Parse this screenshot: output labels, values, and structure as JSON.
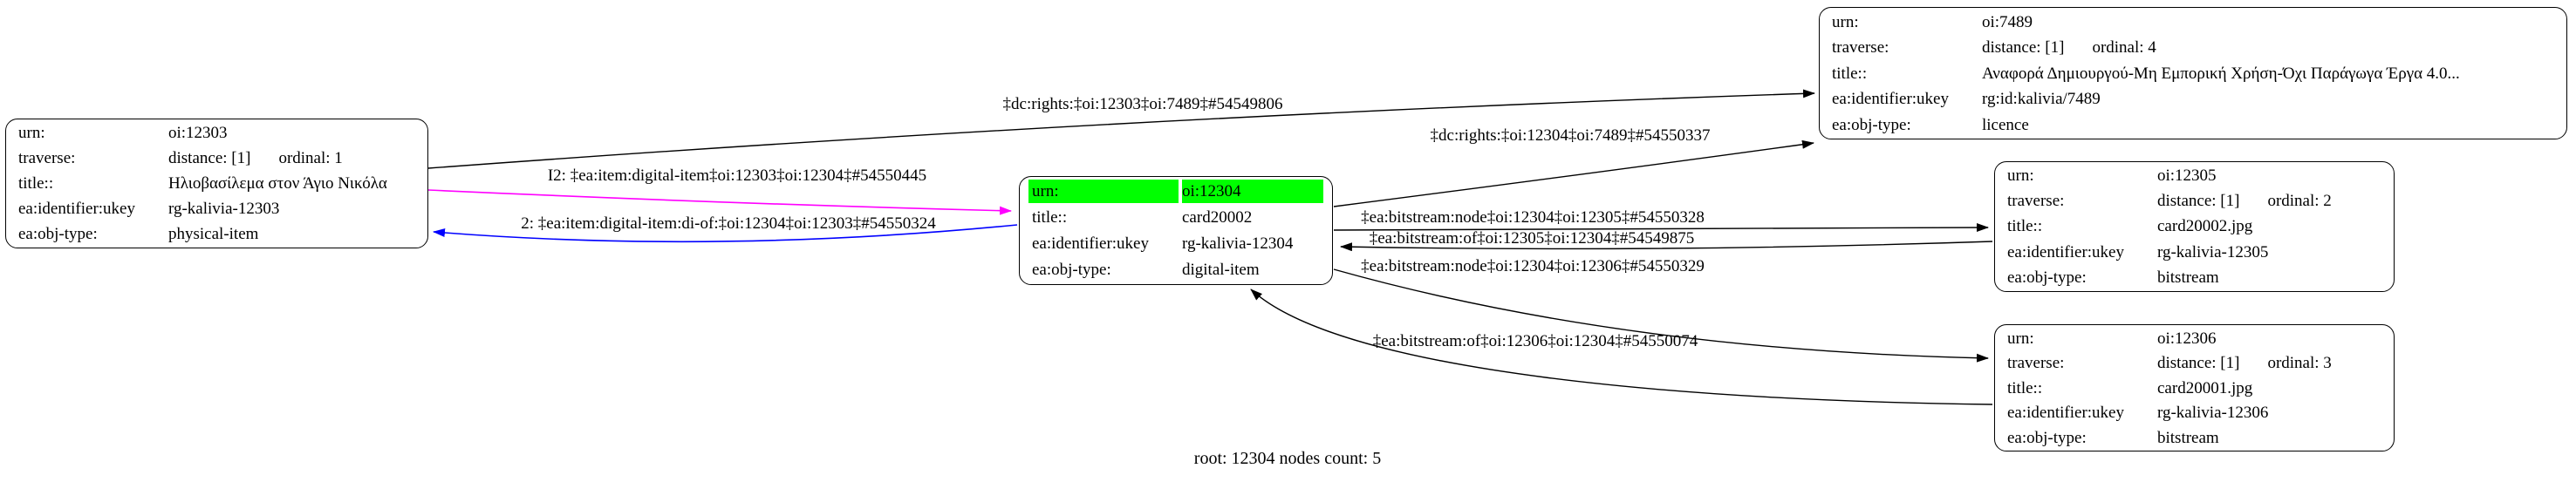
{
  "caption": "root: 12304 nodes count: 5",
  "colors": {
    "background": "#ffffff",
    "node_border": "#000000",
    "highlight": "#00ff00",
    "edge_black": "#000000",
    "edge_magenta": "#ff00ff",
    "edge_blue": "#0000ff"
  },
  "nodes": [
    {
      "id": "oi:12303",
      "rows": [
        {
          "label": "urn:",
          "value": "oi:12303"
        },
        {
          "label": "traverse:",
          "value": "distance: [1]",
          "value2": "ordinal: 1"
        },
        {
          "label": "title::",
          "value": "Ηλιοβασίλεμα στον Άγιο Νικόλα"
        },
        {
          "label": "ea:identifier:ukey",
          "value": "rg-kalivia-12303"
        },
        {
          "label": "ea:obj-type:",
          "value": "physical-item"
        }
      ]
    },
    {
      "id": "oi:12304",
      "highlighted_row": "urn:",
      "rows": [
        {
          "label": "urn:",
          "value": "oi:12304"
        },
        {
          "label": "title::",
          "value": "card20002"
        },
        {
          "label": "ea:identifier:ukey",
          "value": "rg-kalivia-12304"
        },
        {
          "label": "ea:obj-type:",
          "value": "digital-item"
        }
      ]
    },
    {
      "id": "oi:7489",
      "rows": [
        {
          "label": "urn:",
          "value": "oi:7489"
        },
        {
          "label": "traverse:",
          "value": "distance: [1]",
          "value2": "ordinal: 4"
        },
        {
          "label": "title::",
          "value": "Αναφορά Δημιουργού-Μη Εμπορική Χρήση-Όχι Παράγωγα Έργα 4.0..."
        },
        {
          "label": "ea:identifier:ukey",
          "value": "rg:id:kalivia/7489"
        },
        {
          "label": "ea:obj-type:",
          "value": "licence"
        }
      ]
    },
    {
      "id": "oi:12305",
      "rows": [
        {
          "label": "urn:",
          "value": "oi:12305"
        },
        {
          "label": "traverse:",
          "value": "distance: [1]",
          "value2": "ordinal: 2"
        },
        {
          "label": "title::",
          "value": "card20002.jpg"
        },
        {
          "label": "ea:identifier:ukey",
          "value": "rg-kalivia-12305"
        },
        {
          "label": "ea:obj-type:",
          "value": "bitstream"
        }
      ]
    },
    {
      "id": "oi:12306",
      "rows": [
        {
          "label": "urn:",
          "value": "oi:12306"
        },
        {
          "label": "traverse:",
          "value": "distance: [1]",
          "value2": "ordinal: 3"
        },
        {
          "label": "title::",
          "value": "card20001.jpg"
        },
        {
          "label": "ea:identifier:ukey",
          "value": "rg-kalivia-12306"
        },
        {
          "label": "ea:obj-type:",
          "value": "bitstream"
        }
      ]
    }
  ],
  "edges": [
    {
      "label": "‡dc:rights:‡oi:12303‡oi:7489‡#54549806",
      "color": "#000000",
      "from": "oi:12303",
      "to": "oi:7489"
    },
    {
      "label": "I2: ‡ea:item:digital-item‡oi:12303‡oi:12304‡#54550445",
      "color": "#ff00ff",
      "from": "oi:12303",
      "to": "oi:12304"
    },
    {
      "label": "2: ‡ea:item:digital-item:di-of:‡oi:12304‡oi:12303‡#54550324",
      "color": "#0000ff",
      "from": "oi:12304",
      "to": "oi:12303"
    },
    {
      "label": "‡dc:rights:‡oi:12304‡oi:7489‡#54550337",
      "color": "#000000",
      "from": "oi:12304",
      "to": "oi:7489"
    },
    {
      "label": "‡ea:bitstream:node‡oi:12304‡oi:12305‡#54550328",
      "color": "#000000",
      "from": "oi:12304",
      "to": "oi:12305"
    },
    {
      "label": "‡ea:bitstream:of‡oi:12305‡oi:12304‡#54549875",
      "color": "#000000",
      "from": "oi:12305",
      "to": "oi:12304"
    },
    {
      "label": "‡ea:bitstream:node‡oi:12304‡oi:12306‡#54550329",
      "color": "#000000",
      "from": "oi:12304",
      "to": "oi:12306"
    },
    {
      "label": "‡ea:bitstream:of‡oi:12306‡oi:12304‡#54550074",
      "color": "#000000",
      "from": "oi:12306",
      "to": "oi:12304"
    }
  ]
}
